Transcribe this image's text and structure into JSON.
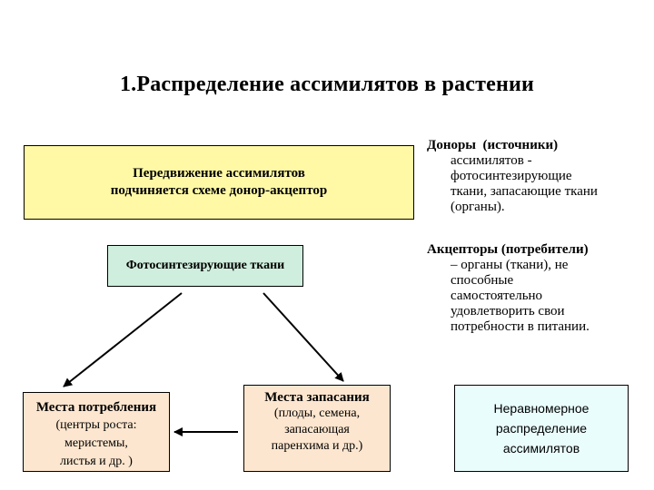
{
  "title": "1.Распределение ассимилятов в растении",
  "principle": {
    "line1": "Передвижение ассимилятов",
    "line2": "подчиняется схеме донор-акцептор"
  },
  "source_node": {
    "label": "Фотосинтезирующие ткани"
  },
  "consumption_node": {
    "heading": "Места потребления",
    "lines": [
      "(центры роста:",
      "меристемы,",
      "листья и др. )"
    ]
  },
  "storage_node": {
    "heading": "Места запасания",
    "lines": [
      "(плоды, семена,",
      "запасающая",
      "паренхима и др.)"
    ]
  },
  "uneven_box": {
    "lines": [
      "Неравномерное",
      "распределение",
      "ассимилятов"
    ]
  },
  "donors": {
    "heading": "Доноры  (источники)",
    "lines": [
      "ассимилятов -",
      "фотосинтезирующие",
      "ткани, запасающие ткани",
      "(органы)."
    ]
  },
  "acceptors": {
    "heading": "Акцепторы (потребители)",
    "lines": [
      "– органы (ткани), не",
      "способные",
      "самостоятельно",
      "удовлетворить свои",
      "потребности в питании."
    ]
  },
  "colors": {
    "yellow_fill": "#fff9a6",
    "green_fill": "#cfeedd",
    "peach_fill": "#fde6cf",
    "cyan_fill": "#eafdfd"
  }
}
